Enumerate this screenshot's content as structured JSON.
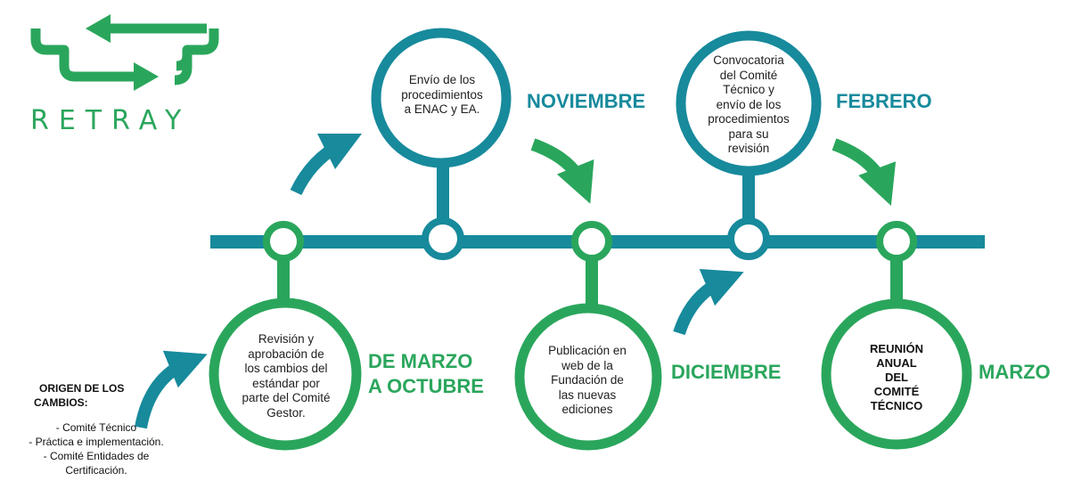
{
  "logo": {
    "text": "RETRAY",
    "colors": {
      "arrow_green": "#2aa65c",
      "arrow_teal": "#21b083"
    }
  },
  "colors": {
    "teal": "#178a9c",
    "green": "#2aa65c"
  },
  "milestones": {
    "revision": {
      "text_lines": [
        "Revisión y",
        "aprobación de",
        "los cambios del",
        "estándar por",
        "parte del Comité",
        "Gestor."
      ],
      "month_lines": [
        "DE MARZO",
        "A OCTUBRE"
      ]
    },
    "envio": {
      "text_lines": [
        "Envío de los",
        "procedimientos",
        "a ENAC y  EA."
      ],
      "month": "NOVIEMBRE"
    },
    "publicacion": {
      "text_lines": [
        "Publicación en",
        "web de la",
        "Fundación de",
        "las nuevas",
        "ediciones"
      ],
      "month": "DICIEMBRE"
    },
    "convocatoria": {
      "text_lines": [
        "Convocatoria",
        "del Comité",
        "Técnico y",
        "envío de los",
        "procedimientos",
        "para su",
        "revisión"
      ],
      "month": "FEBRERO"
    },
    "reunion": {
      "text_lines": [
        "REUNIÓN",
        "ANUAL",
        "DEL",
        "COMITÉ",
        "TÉCNICO"
      ],
      "month": "MARZO"
    }
  },
  "origin": {
    "heading_line1": "ORIGEN DE LOS",
    "heading_line2": "CAMBIOS:",
    "items": [
      "- Comité Técnico",
      "- Práctica e implementación.",
      "- Comité Entidades de",
      "Certificación."
    ]
  }
}
